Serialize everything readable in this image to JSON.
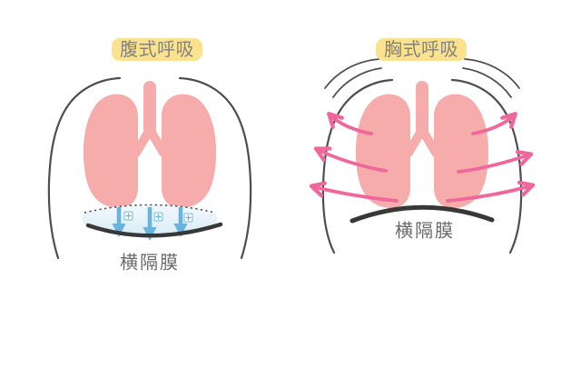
{
  "left_panel": {
    "title": "腹式呼吸",
    "diaphragm_label": "横隔膜",
    "arrow_direction": "down",
    "down_arrow_count": 3
  },
  "right_panel": {
    "title": "胸式呼吸",
    "diaphragm_label": "横隔膜",
    "arrow_direction": "outward",
    "expand_arrow_count": 6
  },
  "icons": {
    "down_arrow": "↓",
    "expand_arrow": "↗",
    "plus": "+"
  },
  "colors": {
    "title_bg": "#FAE28F",
    "title_text": "#83837B",
    "label_text": "#696969",
    "lung_pink": "#F5ACAB",
    "outline_gray": "#4E4E4E",
    "diaphragm_dark": "#383838",
    "down_arrow_blue": "#69B3DC",
    "expand_arrow_pink": "#F0679C",
    "diaphragm_area_blue": "#E2F1F9"
  }
}
